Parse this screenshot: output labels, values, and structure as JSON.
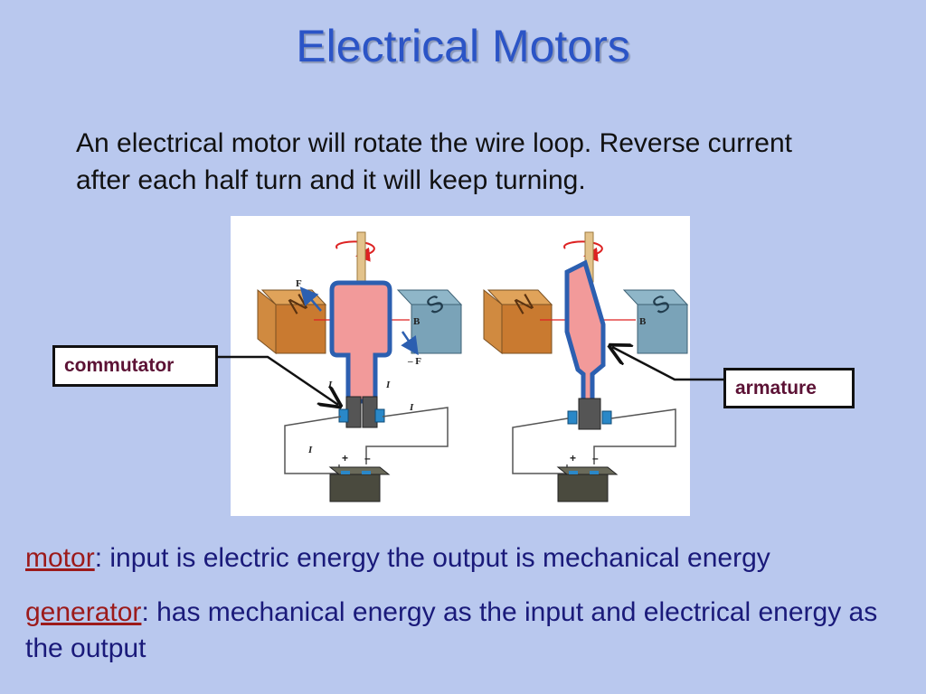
{
  "slide": {
    "title": "Electrical Motors",
    "intro": "An electrical motor will rotate the wire loop.  Reverse current after each half turn and it will keep turning."
  },
  "diagram": {
    "magnet_left_label": "N",
    "magnet_right_label": "S",
    "force_label": "F",
    "force_neg_label": "– F",
    "field_label": "B",
    "current_label": "I",
    "plus_label": "+",
    "minus_label": "–",
    "callouts": {
      "commutator": "commutator",
      "armature": "armature"
    }
  },
  "definitions": {
    "motor_term": "motor",
    "motor_text": ": input is electric energy the output is  mechanical energy",
    "generator_term": "generator",
    "generator_text": ": has mechanical energy as the input and electrical energy as the output"
  },
  "colors": {
    "background": "#b9c8ee",
    "title": "#2b54c6",
    "term": "#9c1a1a",
    "callout_text": "#5c1235",
    "definition_text": "#1a1a7a"
  }
}
